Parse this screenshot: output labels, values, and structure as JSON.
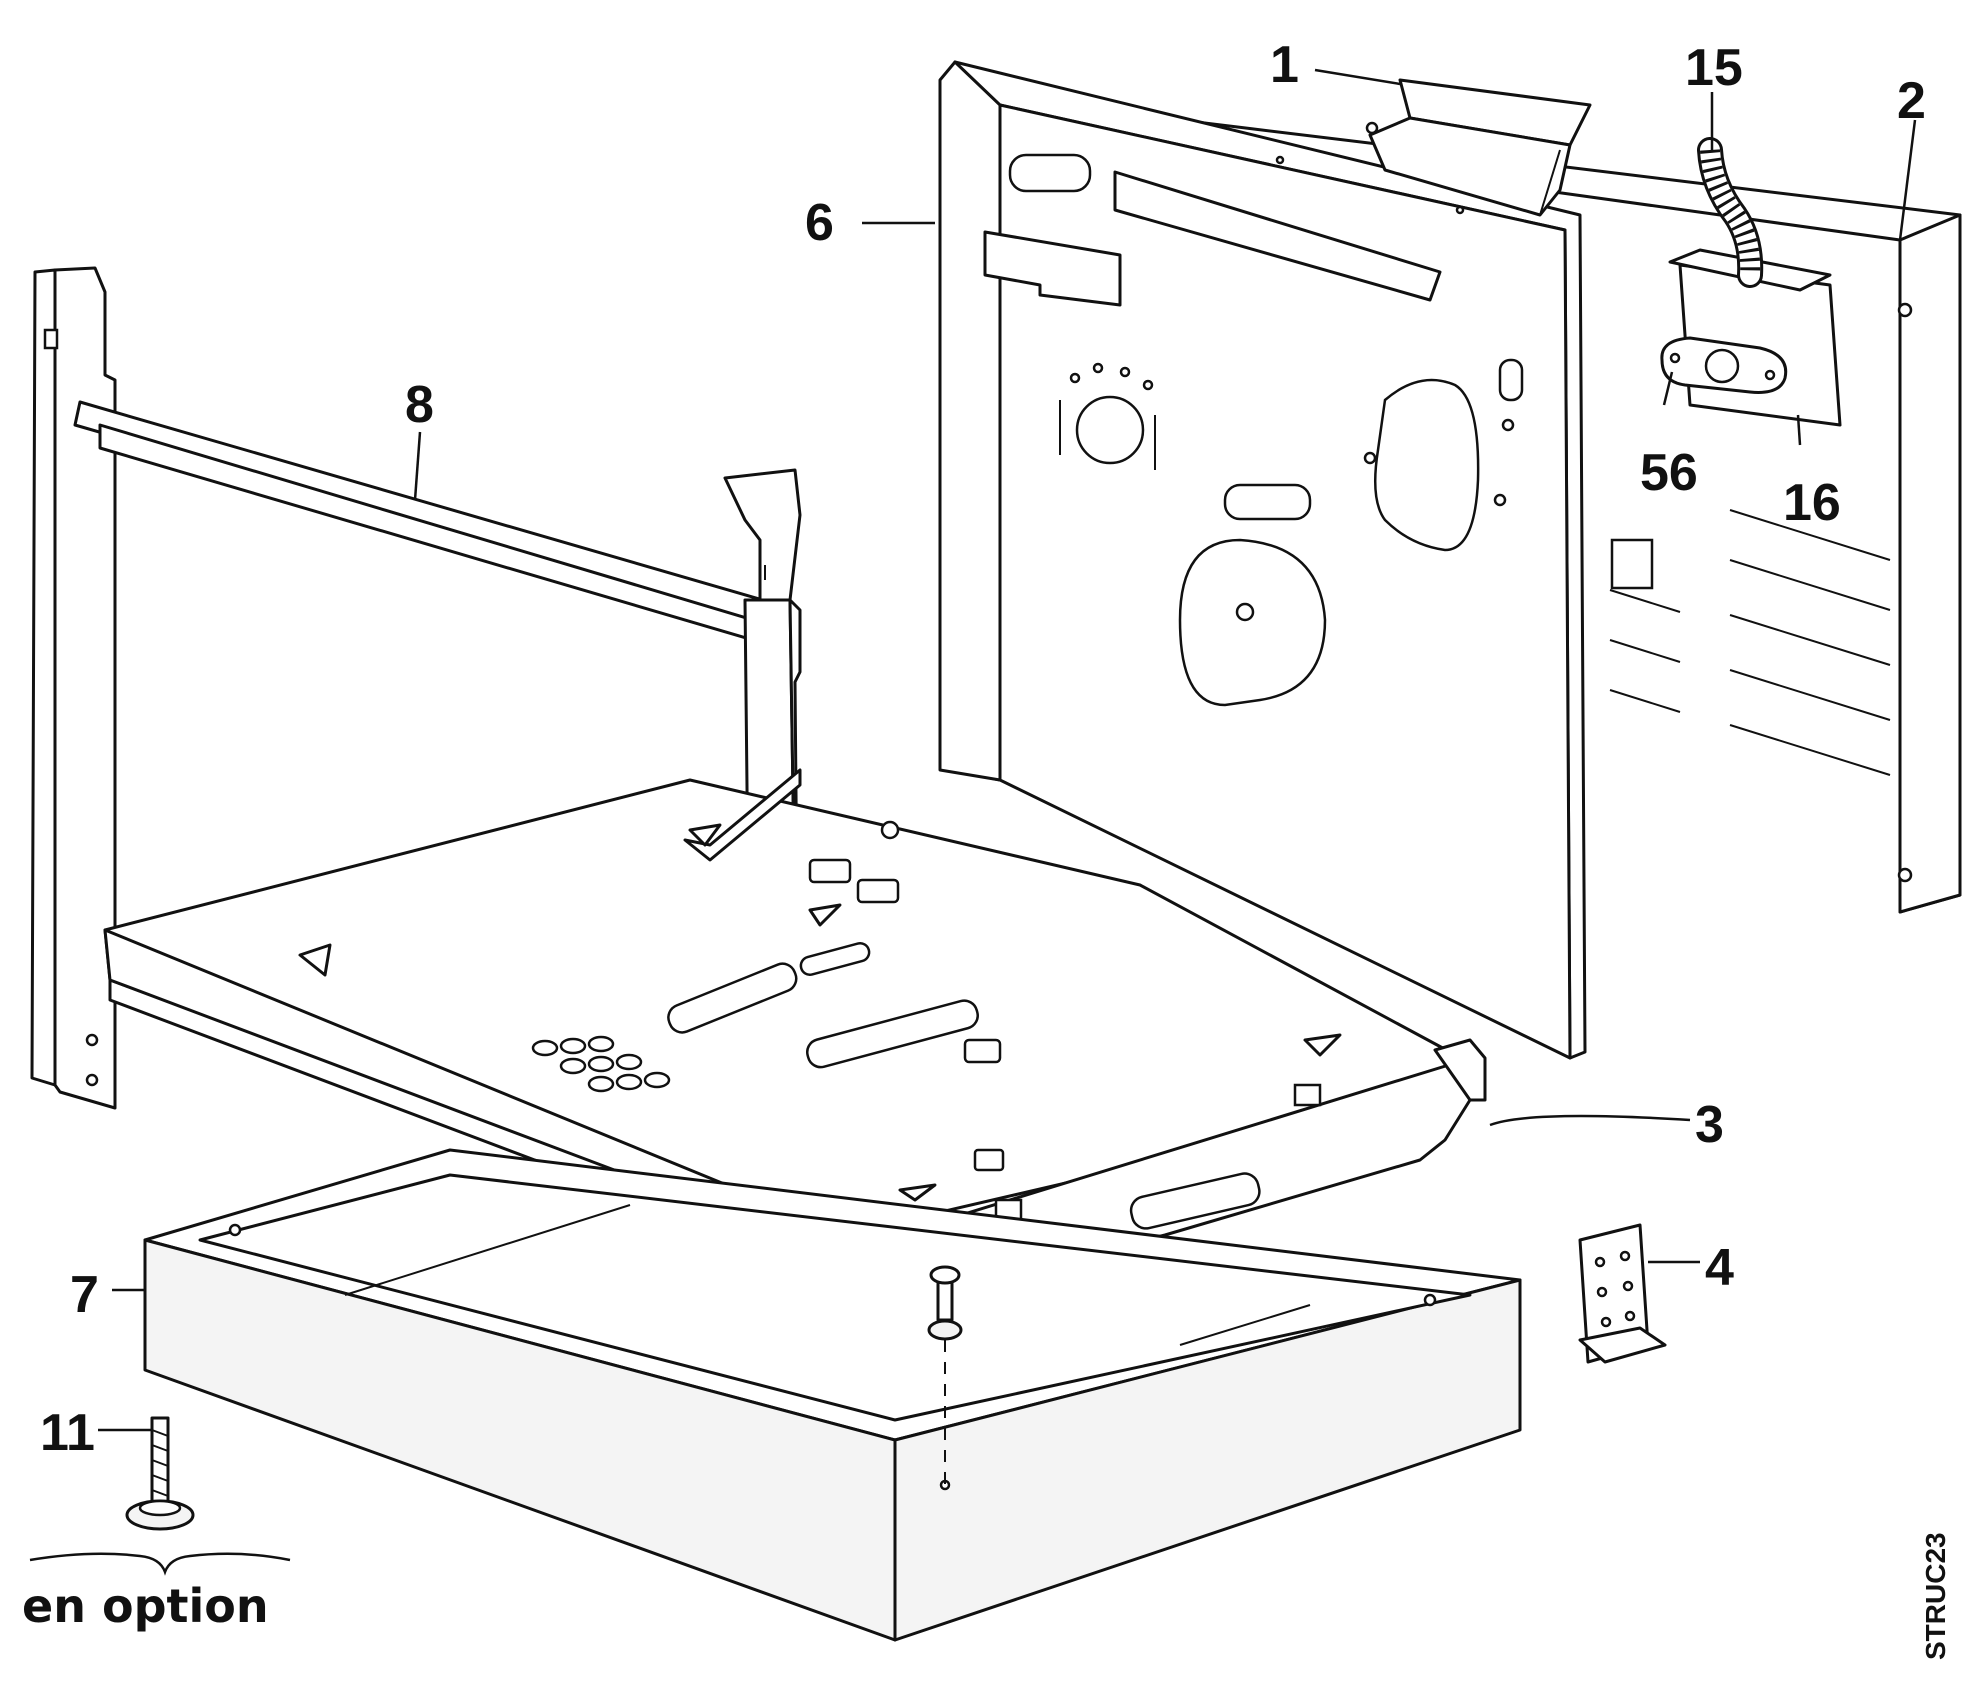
{
  "callouts": {
    "c1": "1",
    "c2": "2",
    "c3": "3",
    "c4": "4",
    "c6": "6",
    "c7": "7",
    "c8": "8",
    "c11": "11",
    "c15": "15",
    "c16": "16",
    "c56": "56"
  },
  "option_note": "en option",
  "figure_code": "STRUC23",
  "colors": {
    "line": "#111111",
    "background": "#ffffff"
  }
}
